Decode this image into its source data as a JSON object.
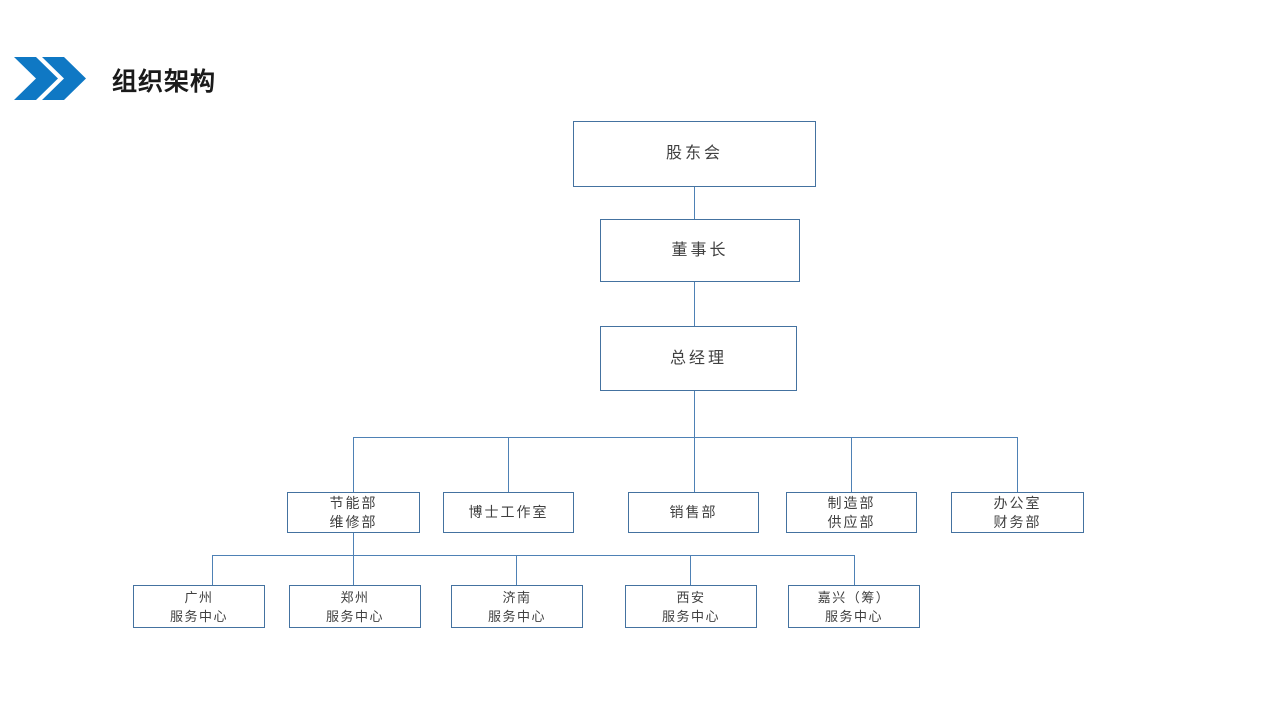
{
  "header": {
    "title": "组织架构",
    "icon": "double-chevron-right-icon",
    "accent_color": "#0F78C4"
  },
  "theme": {
    "background": "#FFFFFF",
    "box_border": "#4472A0",
    "connector": "#4E81B5",
    "text": "#404040",
    "title_text": "#1A1A1A"
  },
  "chart_data": {
    "type": "diagram",
    "subtype": "organization-chart",
    "title": "组织架构",
    "orientation": "top-down",
    "levels": [
      {
        "level": 1,
        "nodes": [
          {
            "id": "shareholders",
            "label": "股东会",
            "lines": [
              "股东会"
            ]
          }
        ]
      },
      {
        "level": 2,
        "nodes": [
          {
            "id": "chairman",
            "label": "董事长",
            "lines": [
              "董事长"
            ]
          }
        ]
      },
      {
        "level": 3,
        "nodes": [
          {
            "id": "general-manager",
            "label": "总经理",
            "lines": [
              "总经理"
            ]
          }
        ]
      },
      {
        "level": 4,
        "nodes": [
          {
            "id": "dept-energy",
            "label": "节能部 维修部",
            "lines": [
              "节能部",
              "维修部"
            ]
          },
          {
            "id": "dept-doctor-studio",
            "label": "博士工作室",
            "lines": [
              "博士工作室"
            ]
          },
          {
            "id": "dept-sales",
            "label": "销售部",
            "lines": [
              "销售部"
            ]
          },
          {
            "id": "dept-manufacturing",
            "label": "制造部 供应部",
            "lines": [
              "制造部",
              "供应部"
            ]
          },
          {
            "id": "dept-office",
            "label": "办公室 财务部",
            "lines": [
              "办公室",
              "财务部"
            ]
          }
        ]
      },
      {
        "level": 5,
        "nodes": [
          {
            "id": "center-guangzhou",
            "label": "广州 服务中心",
            "lines": [
              "广州",
              "服务中心"
            ]
          },
          {
            "id": "center-zhengzhou",
            "label": "郑州 服务中心",
            "lines": [
              "郑州",
              "服务中心"
            ]
          },
          {
            "id": "center-jinan",
            "label": "济南 服务中心",
            "lines": [
              "济南",
              "服务中心"
            ]
          },
          {
            "id": "center-xian",
            "label": "西安 服务中心",
            "lines": [
              "西安",
              "服务中心"
            ]
          },
          {
            "id": "center-jiaxing",
            "label": "嘉兴（筹） 服务中心",
            "lines": [
              "嘉兴（筹）",
              "服务中心"
            ]
          }
        ]
      }
    ],
    "edges": [
      {
        "from": "shareholders",
        "to": "chairman"
      },
      {
        "from": "chairman",
        "to": "general-manager"
      },
      {
        "from": "general-manager",
        "to": "dept-energy"
      },
      {
        "from": "general-manager",
        "to": "dept-doctor-studio"
      },
      {
        "from": "general-manager",
        "to": "dept-sales"
      },
      {
        "from": "general-manager",
        "to": "dept-manufacturing"
      },
      {
        "from": "general-manager",
        "to": "dept-office"
      },
      {
        "from": "dept-energy",
        "to": "center-guangzhou"
      },
      {
        "from": "dept-energy",
        "to": "center-zhengzhou"
      },
      {
        "from": "dept-energy",
        "to": "center-jinan"
      },
      {
        "from": "dept-energy",
        "to": "center-xian"
      },
      {
        "from": "dept-energy",
        "to": "center-jiaxing"
      }
    ]
  }
}
